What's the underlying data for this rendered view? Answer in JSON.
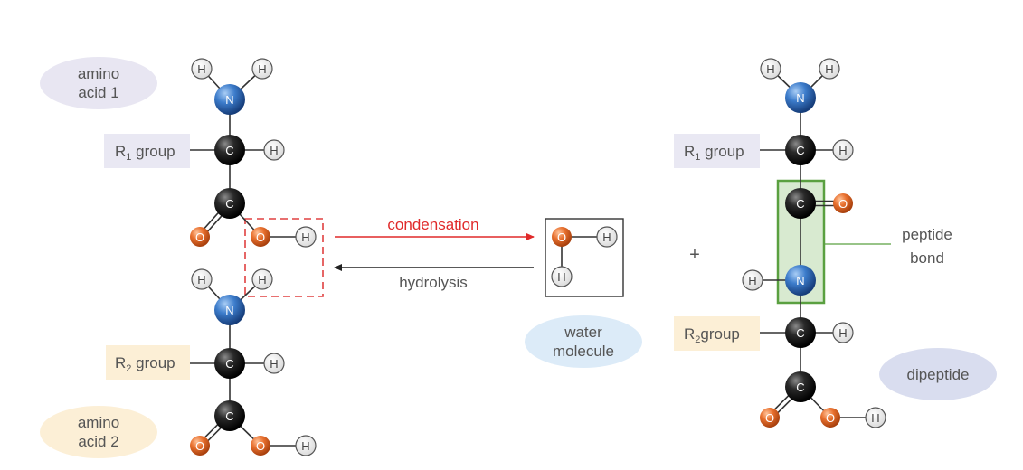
{
  "labels": {
    "amino_acid_1": [
      "amino",
      "acid 1"
    ],
    "amino_acid_2": [
      "amino",
      "acid 2"
    ],
    "r1_group_left": {
      "base": "R",
      "sub": "1",
      "rest": " group"
    },
    "r2_group_left": {
      "base": "R",
      "sub": "2",
      "rest": " group"
    },
    "r1_group_right": {
      "base": "R",
      "sub": "1",
      "rest": " group"
    },
    "r2_group_right": {
      "base": "R",
      "sub": "2",
      "rest": "group"
    },
    "condensation": "condensation",
    "hydrolysis": "hydrolysis",
    "water_molecule": [
      "water",
      "molecule"
    ],
    "plus": "+",
    "peptide_bond": [
      "peptide",
      "bond"
    ],
    "dipeptide": "dipeptide"
  },
  "atoms": {
    "H": "H",
    "N": "N",
    "C": "C",
    "O": "O"
  },
  "colors": {
    "hydrogen_fill": "#eeeeee",
    "nitrogen": "#2f6fc2",
    "carbon": "#1e1e1e",
    "oxygen": "#e8702e",
    "condensation_arrow": "#e02a2a",
    "hydrolysis_arrow": "#222222",
    "amino_acid_1_bubble": "#e8e6f2",
    "amino_acid_2_bubble": "#fcefd6",
    "water_bubble": "#dcebf8",
    "dipeptide_bubble": "#d9ddef",
    "r1_box": "#e9e8f3",
    "r2_box": "#fcefd6",
    "peptide_highlight": "#d8ead0",
    "peptide_border": "#5aa040"
  }
}
